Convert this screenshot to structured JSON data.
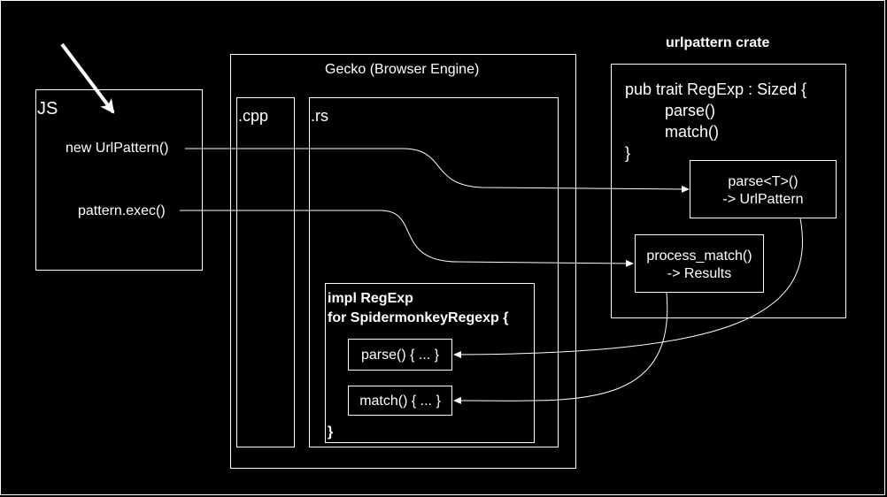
{
  "js": {
    "label": "JS",
    "new_call": "new UrlPattern()",
    "exec_call": "pattern.exec()"
  },
  "gecko": {
    "title": "Gecko (Browser Engine)",
    "cpp_label": ".cpp",
    "rs_label": ".rs",
    "impl": {
      "line1": "impl RegExp",
      "line2": "for SpidermonkeyRegexp {",
      "parse_fn": "parse() { ... }",
      "match_fn": "match() { ... }",
      "closing": "}"
    }
  },
  "crate": {
    "title": "urlpattern crate",
    "trait_line1": "pub trait RegExp : Sized {",
    "trait_line2": "parse()",
    "trait_line3": "match()",
    "trait_line4": "}",
    "parse_box_line1": "parse<T>()",
    "parse_box_line2": "-> UrlPattern",
    "process_box_line1": "process_match()",
    "process_box_line2": "-> Results"
  },
  "colors": {
    "background": "#000000",
    "stroke": "#ffffff"
  }
}
